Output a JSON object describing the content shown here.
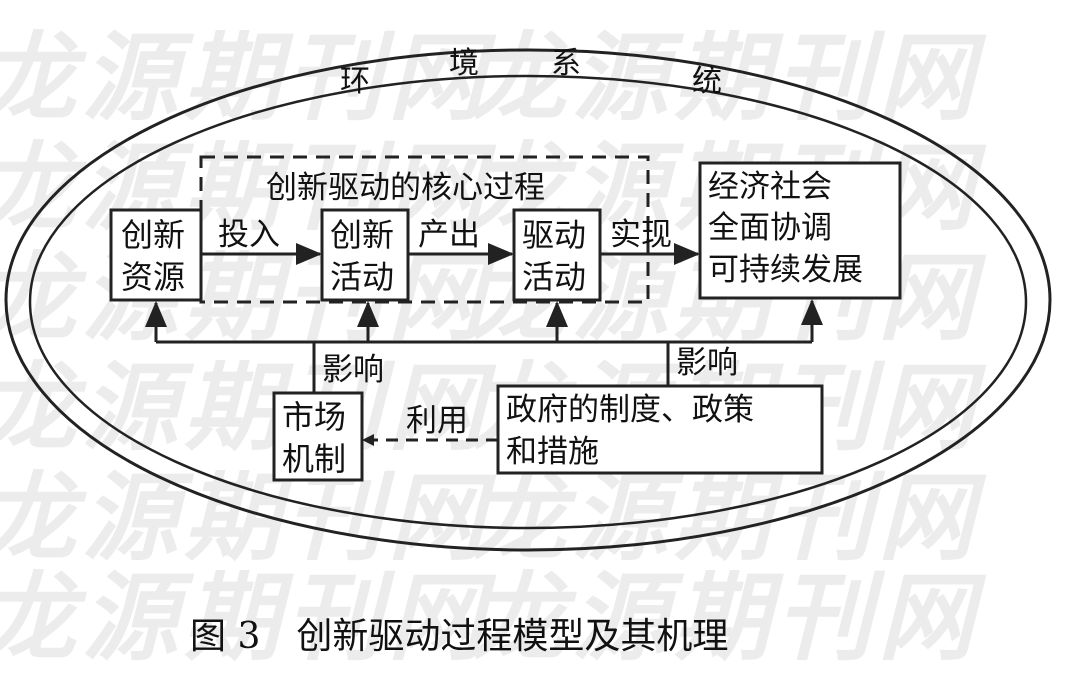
{
  "watermark": "龙源期刊网",
  "environment_label": [
    "环",
    "境",
    "系",
    "统"
  ],
  "core_process_label": "创新驱动的核心过程",
  "boxes": {
    "innovation_resources": [
      "创新",
      "资源"
    ],
    "innovation_activities": [
      "创新",
      "活动"
    ],
    "driving_activities": [
      "驱动",
      "活动"
    ],
    "socioeconomic_goal": [
      "经济社会",
      "全面协调",
      "可持续发展"
    ],
    "market_mechanism": [
      "市场",
      "机制"
    ],
    "government_policy": [
      "政府的制度、政策",
      "和措施"
    ]
  },
  "arrows": {
    "input": "投入",
    "output": "产出",
    "realize": "实现",
    "influence_left": "影响",
    "influence_right": "影响",
    "utilize": "利用"
  },
  "caption": "图 3　创新驱动过程模型及其机理"
}
